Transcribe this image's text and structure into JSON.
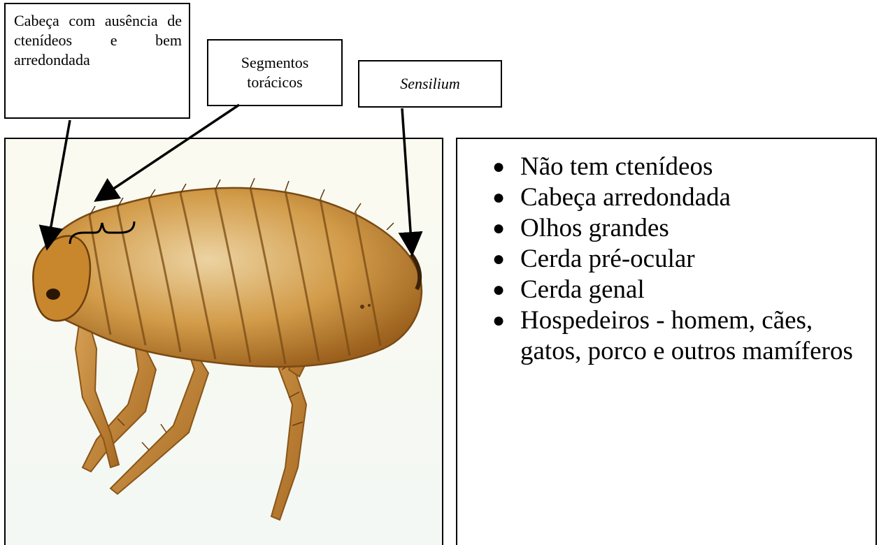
{
  "labels": {
    "head": {
      "line1": "Cabeça com ausência de ctenídeos e bem arredondada"
    },
    "segments": {
      "line1": "Segmentos",
      "line2": "torácicos"
    },
    "sensilium": "Sensilium"
  },
  "info": {
    "items": [
      "Não tem ctenídeos",
      "Cabeça arredondada",
      "Olhos grandes",
      "Cerda pré-ocular",
      "Cerda genal",
      "Hospedeiros - homem, cães, gatos, porco e outros mamíferos"
    ]
  },
  "colors": {
    "flea_body": "#c98a2e",
    "flea_dark": "#7a4a14",
    "flea_light": "#e8c07a",
    "photo_bg": "#f7f8ee"
  }
}
